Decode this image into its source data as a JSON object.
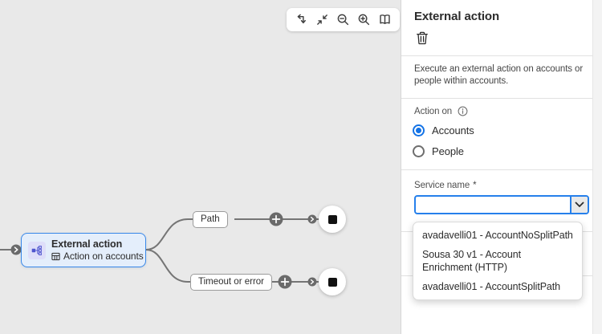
{
  "toolbar": {
    "buttons": [
      {
        "icon": "auto-arrange-icon"
      },
      {
        "icon": "collapse-icon"
      },
      {
        "icon": "zoom-out-icon"
      },
      {
        "icon": "zoom-in-icon"
      },
      {
        "icon": "minimap-icon"
      }
    ]
  },
  "canvas": {
    "node": {
      "title": "External action",
      "subtitle": "Action on accounts"
    },
    "path_label": "Path",
    "timeout_label": "Timeout or error"
  },
  "panel": {
    "title": "External action",
    "description": "Execute an external action on accounts or people within accounts.",
    "action_on": {
      "label": "Action on",
      "options": [
        {
          "label": "Accounts",
          "selected": true
        },
        {
          "label": "People",
          "selected": false
        }
      ]
    },
    "service": {
      "label": "Service name",
      "required_mark": "*",
      "value": "",
      "options": [
        "avadavelli01 - AccountNoSplitPath",
        "Sousa 30 v1 - Account Enrichment (HTTP)",
        "avadavelli01 - AccountSplitPath"
      ]
    }
  },
  "colors": {
    "accent_blue": "#2680eb",
    "node_border": "#3787e8",
    "node_bg": "#e4eefb",
    "icon_purple": "#4f55ce",
    "edge_gray": "#757575",
    "circle_gray": "#6a6a6a",
    "canvas_bg": "#e9e9e9"
  }
}
